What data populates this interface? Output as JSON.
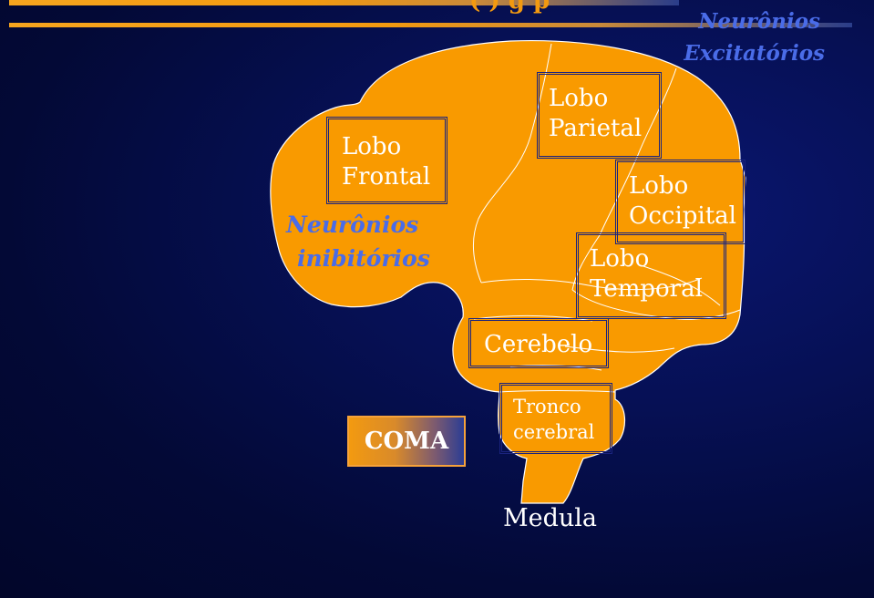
{
  "header": {
    "title_fragment": "(  ) g        p"
  },
  "labels": {
    "excitatory": [
      "Neurônios",
      "Excitatórios"
    ],
    "inhibitory": [
      "Neurônios",
      "inibitórios"
    ],
    "medula": "Medula",
    "coma": "COMA"
  },
  "lobes": [
    {
      "id": "frontal",
      "lines": [
        "Lobo",
        "Frontal"
      ]
    },
    {
      "id": "parietal",
      "lines": [
        "Lobo",
        "Parietal"
      ]
    },
    {
      "id": "occipital",
      "lines": [
        "Lobo",
        "Occipital"
      ]
    },
    {
      "id": "temporal",
      "lines": [
        "Lobo",
        "Temporal"
      ]
    },
    {
      "id": "cerebelo",
      "lines": [
        "Cerebelo"
      ]
    },
    {
      "id": "tronco",
      "lines": [
        "Tronco",
        "cerebral"
      ]
    }
  ],
  "colors": {
    "brain_fill": "#f99a00",
    "accent": "#f39a10",
    "label_blue": "#4a6ce8",
    "box_border": "#1a237e"
  }
}
